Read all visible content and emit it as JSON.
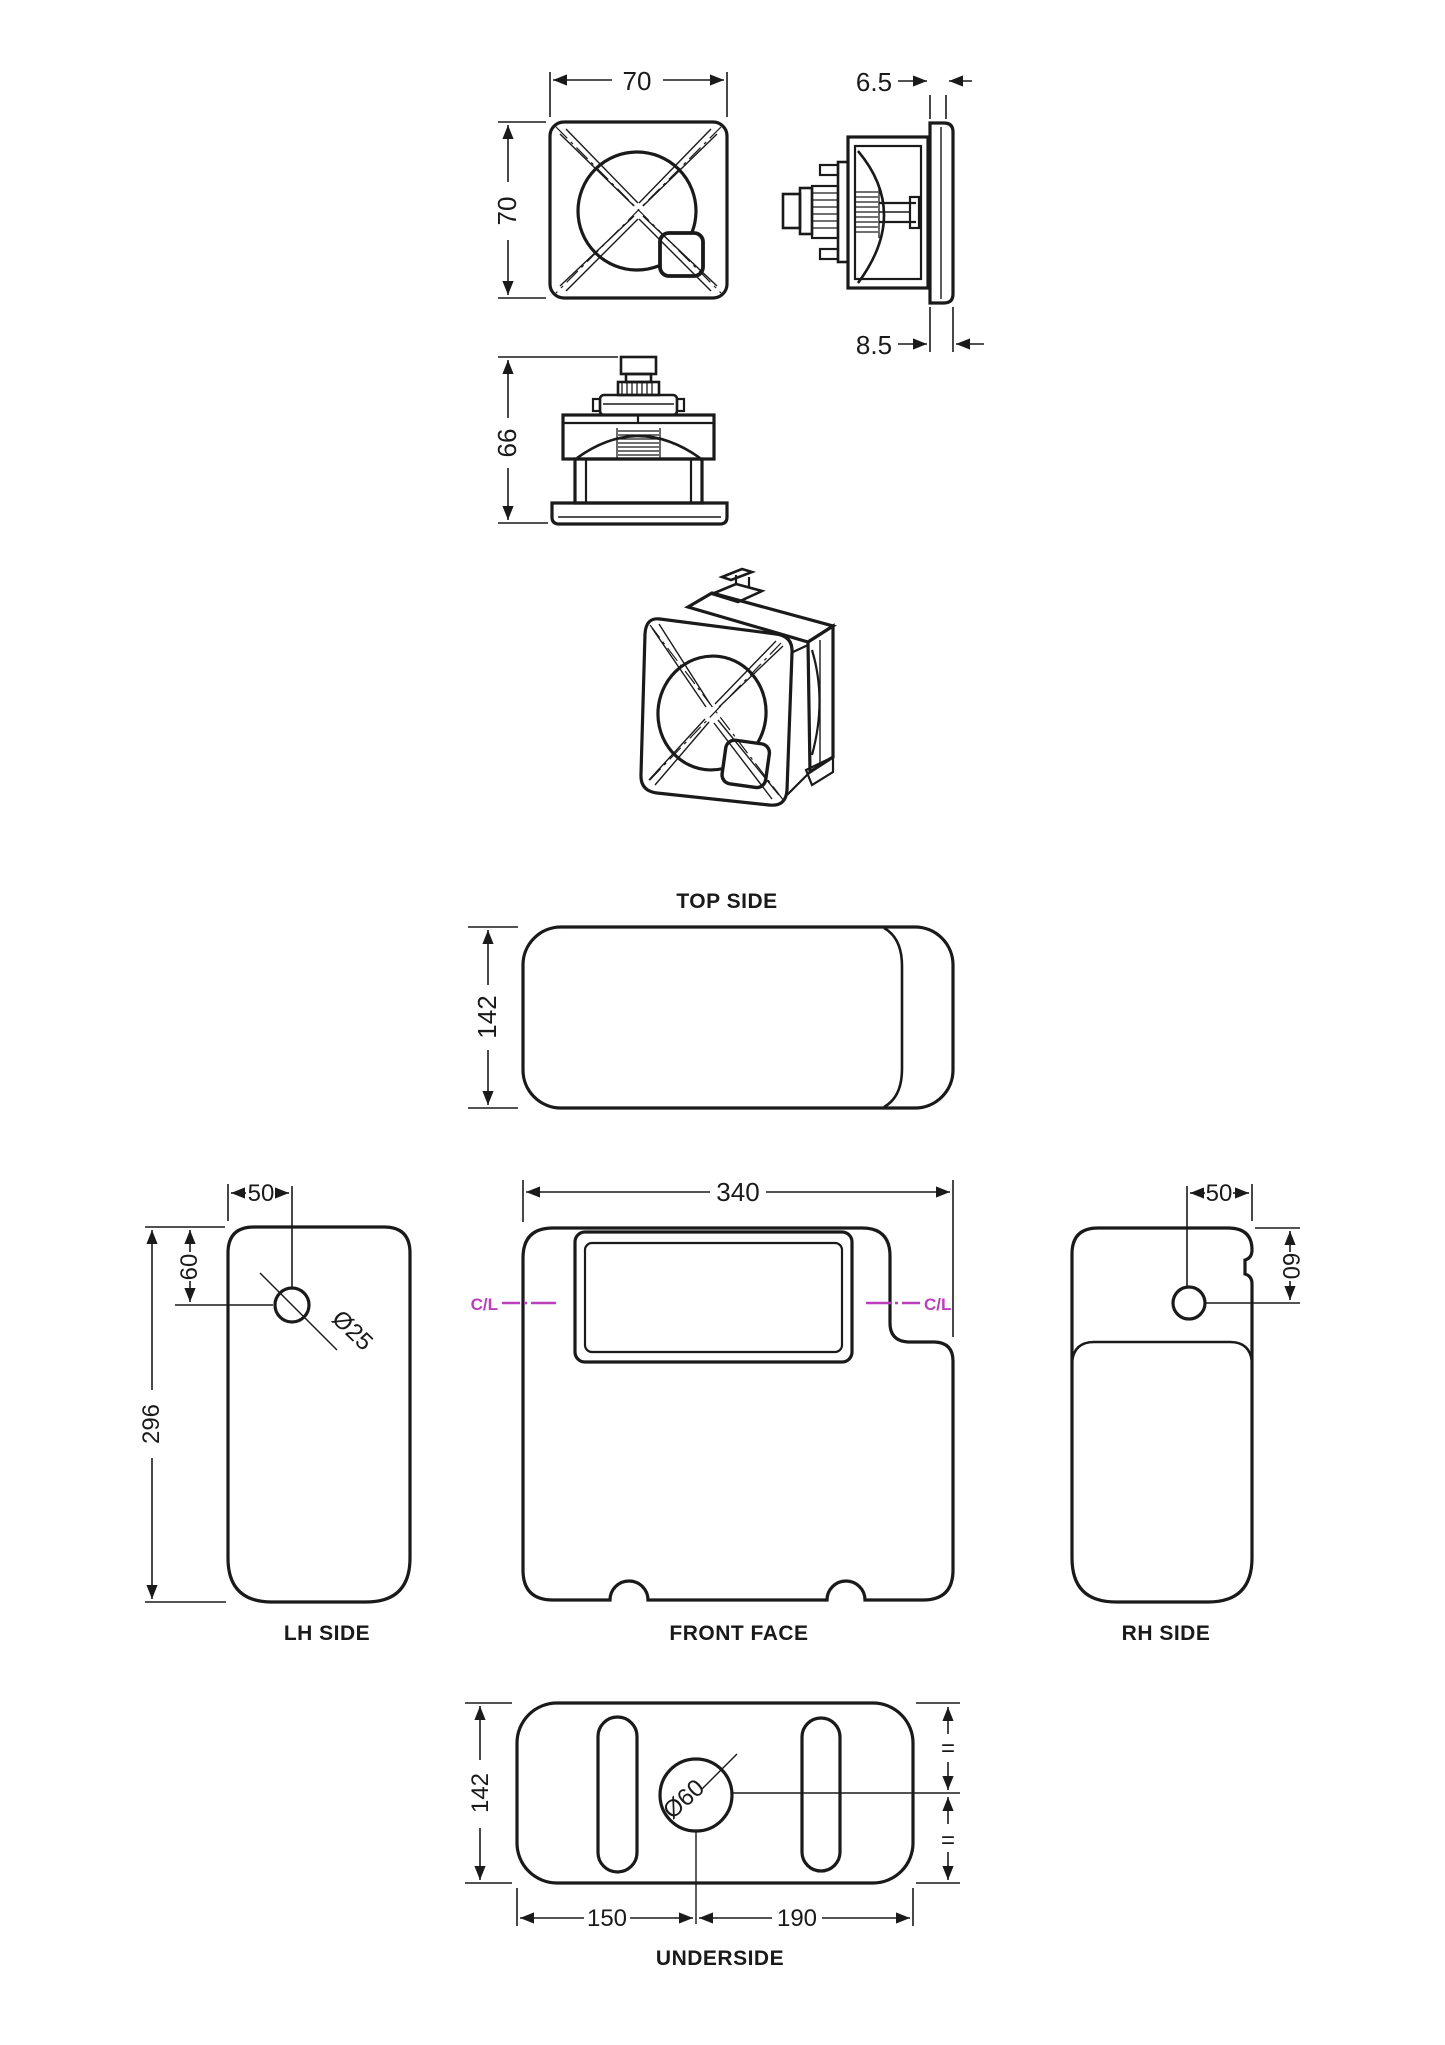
{
  "drawing": {
    "colors": {
      "line": "#1a1a1a",
      "centerline": "#bc3fbc",
      "background": "#ffffff"
    },
    "views": {
      "plate_front": {
        "dim_width": "70",
        "dim_height": "70"
      },
      "plate_side": {
        "dim_offset": "6.5",
        "dim_flange": "8.5"
      },
      "mechanism_front": {
        "dim_height": "66"
      },
      "top_side": {
        "label": "TOP SIDE",
        "dim_depth": "142"
      },
      "lh_side": {
        "label": "LH SIDE",
        "dim_hole_x": "50",
        "dim_hole_y": "60",
        "dim_height": "296",
        "dim_hole_dia": "Ø25"
      },
      "front_face": {
        "label": "FRONT FACE",
        "dim_width": "340",
        "centerline_label": "C/L"
      },
      "rh_side": {
        "label": "RH SIDE",
        "dim_hole_x": "50",
        "dim_hole_y": "60"
      },
      "underside": {
        "label": "UNDERSIDE",
        "dim_depth": "142",
        "dim_left": "150",
        "dim_right": "190",
        "dim_hole_dia": "Ø60",
        "equal_mark": "="
      }
    }
  }
}
